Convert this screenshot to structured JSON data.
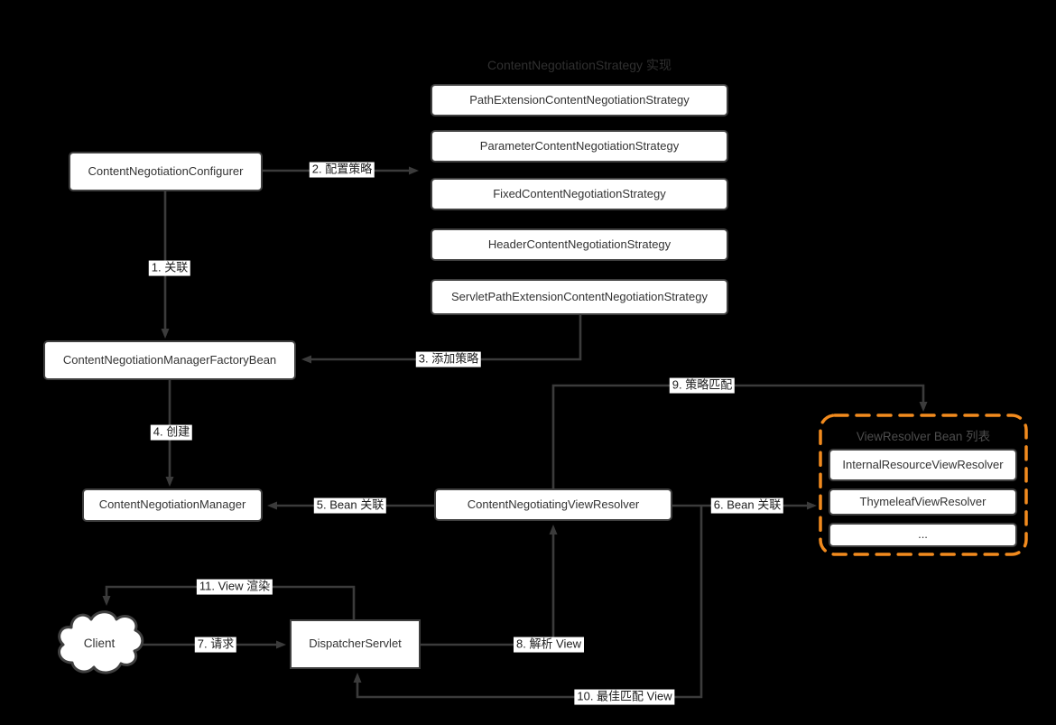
{
  "colors": {
    "background": "#000000",
    "line": "#3b3b3b",
    "node_border": "#3f3f3f",
    "node_fill": "#ffffff",
    "node_text": "#333333",
    "label_bg": "#ffffff",
    "label_text": "#1c1c1c",
    "group_dashed_border": "#f28b1e",
    "strategy_title_text": "#303030",
    "viewresolver_title_text": "#4d4d4d"
  },
  "titles": {
    "strategy_group": "ContentNegotiationStrategy 实现",
    "viewresolver_group": "ViewResolver Bean 列表"
  },
  "nodes": {
    "path_extension": "PathExtensionContentNegotiationStrategy",
    "parameter": "ParameterContentNegotiationStrategy",
    "fixed": "FixedContentNegotiationStrategy",
    "header": "HeaderContentNegotiationStrategy",
    "servlet_path_extension": "ServletPathExtensionContentNegotiationStrategy",
    "configurer": "ContentNegotiationConfigurer",
    "manager_factory_bean": "ContentNegotiationManagerFactoryBean",
    "manager": "ContentNegotiationManager",
    "negotiating_view_resolver": "ContentNegotiatingViewResolver",
    "dispatcher_servlet": "DispatcherServlet",
    "client": "Client",
    "internal_resource_view_resolver": "InternalResourceViewResolver",
    "thymeleaf_view_resolver": "ThymeleafViewResolver",
    "more": "..."
  },
  "edge_labels": {
    "e1": "1. 关联",
    "e2": "2. 配置策略",
    "e3": "3. 添加策略",
    "e4": "4. 创建",
    "e5": "5. Bean 关联",
    "e6": "6. Bean 关联",
    "e7": "7. 请求",
    "e8": "8. 解析 View",
    "e9": "9. 策略匹配",
    "e10": "10. 最佳匹配 View",
    "e11": "11. View 渲染"
  }
}
